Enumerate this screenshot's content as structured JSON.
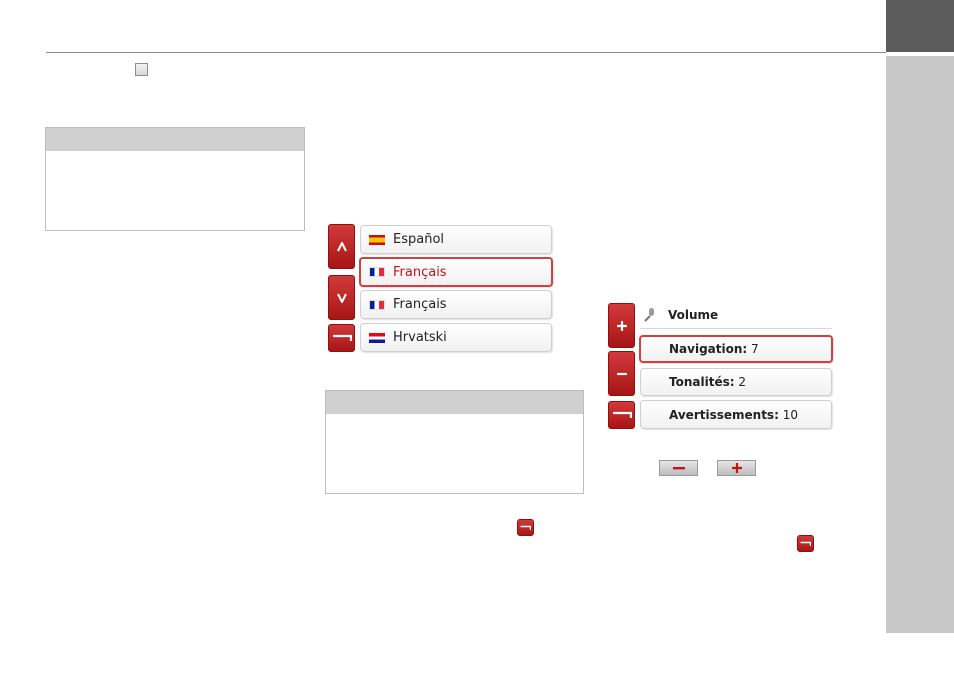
{
  "language_list": {
    "items": [
      {
        "label": "Español",
        "flag": "spain-flag-icon",
        "selected": false
      },
      {
        "label": "Français",
        "flag": "france-flag-icon",
        "selected": true
      },
      {
        "label": "Français",
        "flag": "france-flag-icon",
        "selected": false
      },
      {
        "label": "Hrvatski",
        "flag": "croatia-flag-icon",
        "selected": false
      }
    ]
  },
  "volume_panel": {
    "title": "Volume",
    "rows": [
      {
        "label": "Navigation:",
        "value": "7",
        "selected": true
      },
      {
        "label": "Tonalités:",
        "value": "2",
        "selected": false
      },
      {
        "label": "Avertissements:",
        "value": "10",
        "selected": false
      }
    ]
  },
  "colors": {
    "accent_red": "#c0151b",
    "sidebar_dark": "#5c5c5c",
    "sidebar_light": "#c8c8c8",
    "note_header": "#d0d0d0"
  }
}
